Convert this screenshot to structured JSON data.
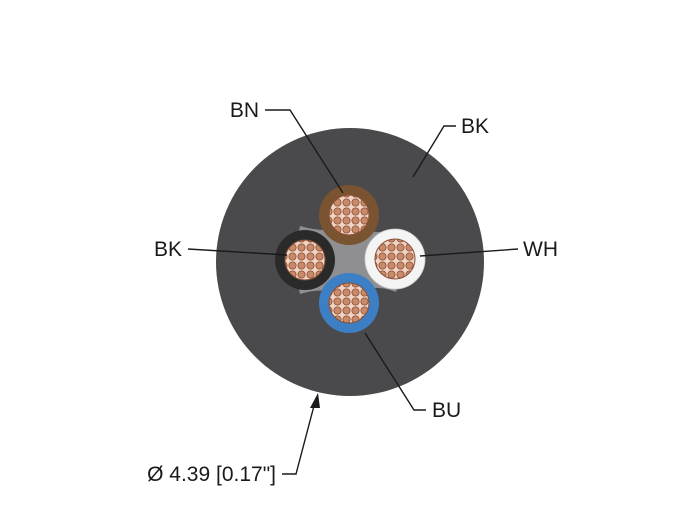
{
  "labels": {
    "top_conductor": "BN",
    "jacket": "BK",
    "left_conductor": "BK",
    "right_conductor": "WH",
    "bottom_conductor": "BU",
    "diameter": "Ø 4.39 [0.17\"]"
  },
  "colors": {
    "jacket": "#4a4a4c",
    "filler": "#8f8f91",
    "brown_insulation": "#7a5330",
    "black_insulation": "#2a2a2a",
    "white_insulation": "#f4f4f4",
    "blue_insulation": "#3d7fc4",
    "copper": "#c98a6a",
    "copper_outline": "#8a4f35"
  }
}
